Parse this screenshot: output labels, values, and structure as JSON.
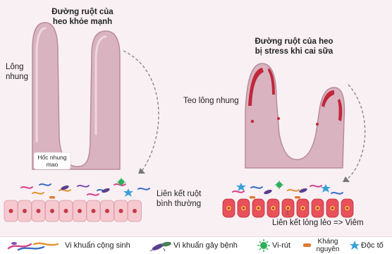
{
  "healthy": {
    "title_line1": "Đường ruột của",
    "title_line2": "heo khỏe mạnh",
    "villi_label_line1": "Lông",
    "villi_label_line2": "nhung",
    "crypt_label_line1": "Hốc nhung",
    "crypt_label_line2": "mao",
    "junction_label_line1": "Liên kết ruột",
    "junction_label_line2": "bình thường"
  },
  "stressed": {
    "title_line1": "Đường ruột của heo",
    "title_line2": "bị stress khi cai sữa",
    "atrophy_label": "Teo lông nhung",
    "junction_label": "Liên kết lỏng lẻo => Viêm"
  },
  "legend": {
    "commensal": "Vi khuẩn cộng sinh",
    "pathogen": "Vi khuẩn gây bệnh",
    "virus": "Vi-rút",
    "antigen_line1": "Kháng",
    "antigen_line2": "nguyên",
    "toxin": "Độc tố"
  },
  "colors": {
    "villus_fill": "#d9b3c0",
    "villus_stroke": "#b98a9b",
    "cell_healthy": "#f5c9cf",
    "cell_stressed": "#e8505a",
    "nucleus": "#c43a45",
    "inflammation": "#c0283a",
    "virus": "#2fae5a",
    "toxin": "#3aa0d8",
    "pathogen": "#5a3f8f",
    "antigen": "#e07a2f"
  }
}
